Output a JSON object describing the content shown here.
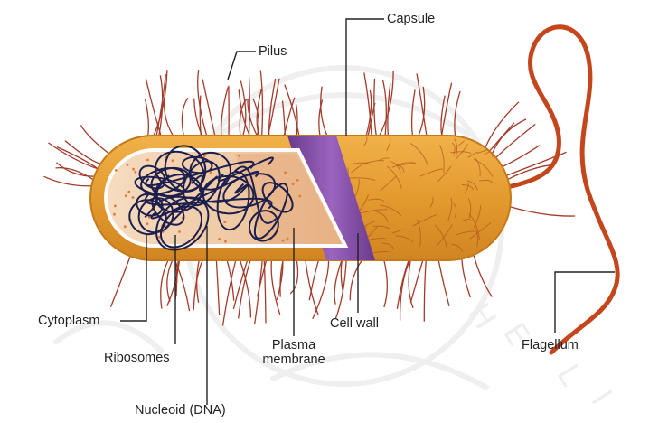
{
  "labels": {
    "capsule": "Capsule",
    "pilus": "Pilus",
    "flagellum": "Flagellum",
    "cytoplasm": "Cytoplasm",
    "ribosomes": "Ribosomes",
    "nucleoid": "Nucleoid (DNA)",
    "plasma_membrane_line1": "Plasma",
    "plasma_membrane_line2": "membrane",
    "cell_wall": "Cell wall"
  },
  "watermark": {
    "letters": [
      "H",
      "E",
      "L",
      "I"
    ]
  },
  "colors": {
    "capsule_fill": "#e8a13a",
    "capsule_edge": "#d4891f",
    "cell_wall": "#8a4fa8",
    "cytoplasm": "#f2c9a0",
    "pili": "#a33a2a",
    "flagellum": "#c4461c",
    "dna": "#1c1f4d",
    "leader_lines": "#222222"
  }
}
